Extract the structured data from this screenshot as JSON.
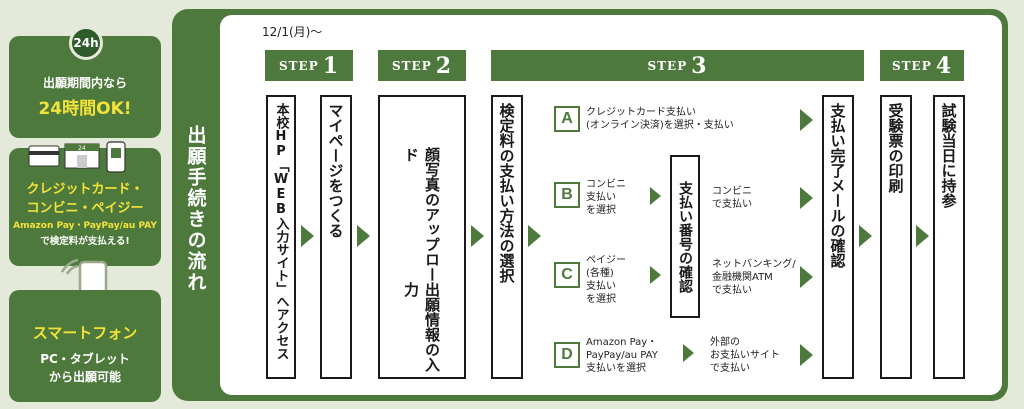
{
  "left_cards": {
    "badge": "24h",
    "card1_line1": "出願期間内なら",
    "card1_line2": "24時間OK!",
    "card2_line1": "クレジットカード・",
    "card2_line2": "コンビニ・ペイジー",
    "card2_line3": "Amazon Pay・PayPay/au PAY",
    "card2_line4": "で検定料が支払える!",
    "card3_line1": "スマートフォン",
    "card3_line2": "PC・タブレット",
    "card3_line3": "から出願可能"
  },
  "flow": {
    "title": "出願手続きの流れ",
    "date": "12/1(月)〜",
    "step_word": "STEP",
    "steps": [
      "1",
      "2",
      "3",
      "4"
    ],
    "boxes": {
      "hp_access": "本校HP「WEB入力サイト」へアクセス",
      "mypage": "マイページをつくる",
      "photo_upload": "顔写真のアップロード",
      "application_input": "出願情報の入力",
      "payment_method": "検定料の支払い方法の選択",
      "payment_number": "支払い番号の確認",
      "payment_complete": "支払い完了メールの確認",
      "admission_ticket": "受験票の印刷",
      "exam_day": "試験当日に持参"
    },
    "options": {
      "a_letter": "A",
      "a_line1": "クレジットカード支払い",
      "a_line2": "(オンライン決済)を選択・支払い",
      "b_letter": "B",
      "b_line1": "コンビニ",
      "b_line2": "支払い",
      "b_line3": "を選択",
      "b_result1": "コンビニ",
      "b_result2": "で支払い",
      "c_letter": "C",
      "c_line1": "ペイジー",
      "c_line2": "(各種)",
      "c_line3": "支払い",
      "c_line4": "を選択",
      "c_result1": "ネットバンキング/",
      "c_result2": "金融機関ATM",
      "c_result3": "で支払い",
      "d_letter": "D",
      "d_line1": "Amazon Pay・",
      "d_line2": "PayPay/au PAY",
      "d_line3": "支払いを選択",
      "d_result1": "外部の",
      "d_result2": "お支払いサイト",
      "d_result3": "で支払い"
    }
  },
  "colors": {
    "primary_green": "#4d7a3c",
    "accent_yellow": "#f3e23a",
    "background": "#e4e9d9"
  }
}
